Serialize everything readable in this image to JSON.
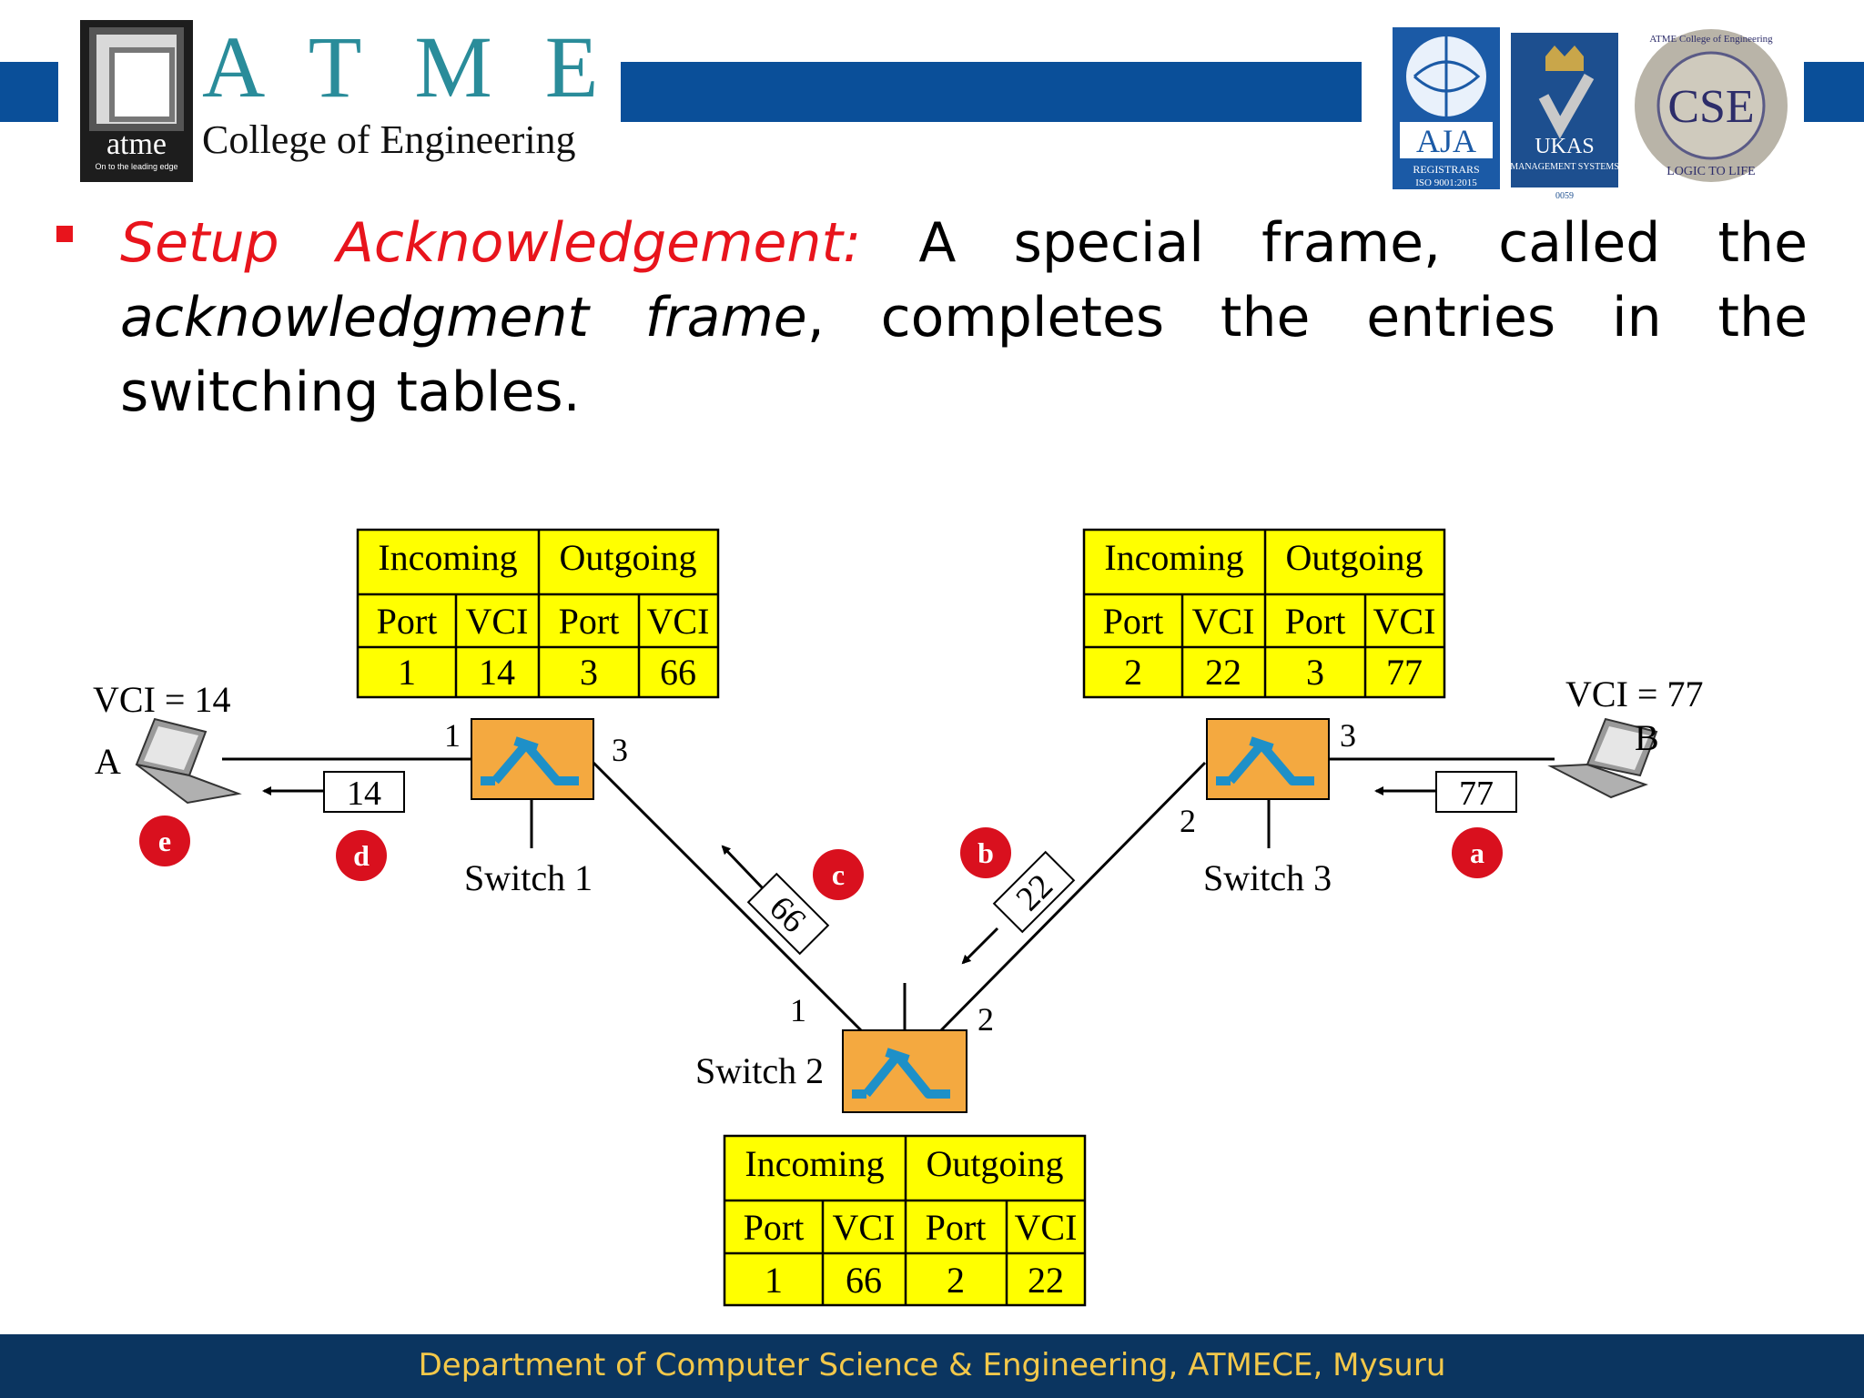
{
  "header": {
    "logo_text": "atme",
    "logo_tagline": "On to the leading edge",
    "brand_letters": "ATME",
    "college_name": "College of Engineering",
    "badges": {
      "aja": "AJA",
      "aja_sub": "REGISTRARS",
      "aja_iso": "ISO 9001:2015",
      "ukas": "UKAS",
      "ukas_sub": "MANAGEMENT SYSTEMS",
      "ukas_code": "0059",
      "cse": "CSE",
      "cse_ring": "ATME College of Engineering",
      "cse_motto": "LOGIC TO LIFE"
    },
    "colors": {
      "band": "#0a4f99",
      "brand_letters": "#2a8c9a",
      "highlight": "#e8141c"
    }
  },
  "content": {
    "term": "Setup Acknowledgement:",
    "text_1": " A special frame, called the ",
    "text_italic": "acknowledgment frame",
    "text_2": ", completes the entries in the switching tables."
  },
  "diagram": {
    "table_headers": {
      "incoming": "Incoming",
      "outgoing": "Outgoing",
      "port": "Port",
      "vci": "VCI"
    },
    "switch_1": {
      "label": "Switch 1",
      "ports": [
        "1",
        "3"
      ],
      "row": [
        "1",
        "14",
        "3",
        "66"
      ]
    },
    "switch_2": {
      "label": "Switch 2",
      "ports": [
        "1",
        "2"
      ],
      "row": [
        "1",
        "66",
        "2",
        "22"
      ]
    },
    "switch_3": {
      "label": "Switch 3",
      "ports": [
        "2",
        "3"
      ],
      "row": [
        "2",
        "22",
        "3",
        "77"
      ]
    },
    "host_a": {
      "label": "A",
      "vci": "VCI = 14"
    },
    "host_b": {
      "label": "B",
      "vci": "VCI = 77"
    },
    "frames": [
      "14",
      "66",
      "22",
      "77"
    ],
    "steps": [
      "a",
      "b",
      "c",
      "d",
      "e"
    ],
    "colors": {
      "table_fill": "#ffff00",
      "switch_fill": "#f4a940",
      "switch_symbol": "#1e90c8",
      "step_fill": "#d9101e"
    }
  },
  "footer": {
    "text": "Department of Computer Science & Engineering, ATMECE, Mysuru"
  }
}
